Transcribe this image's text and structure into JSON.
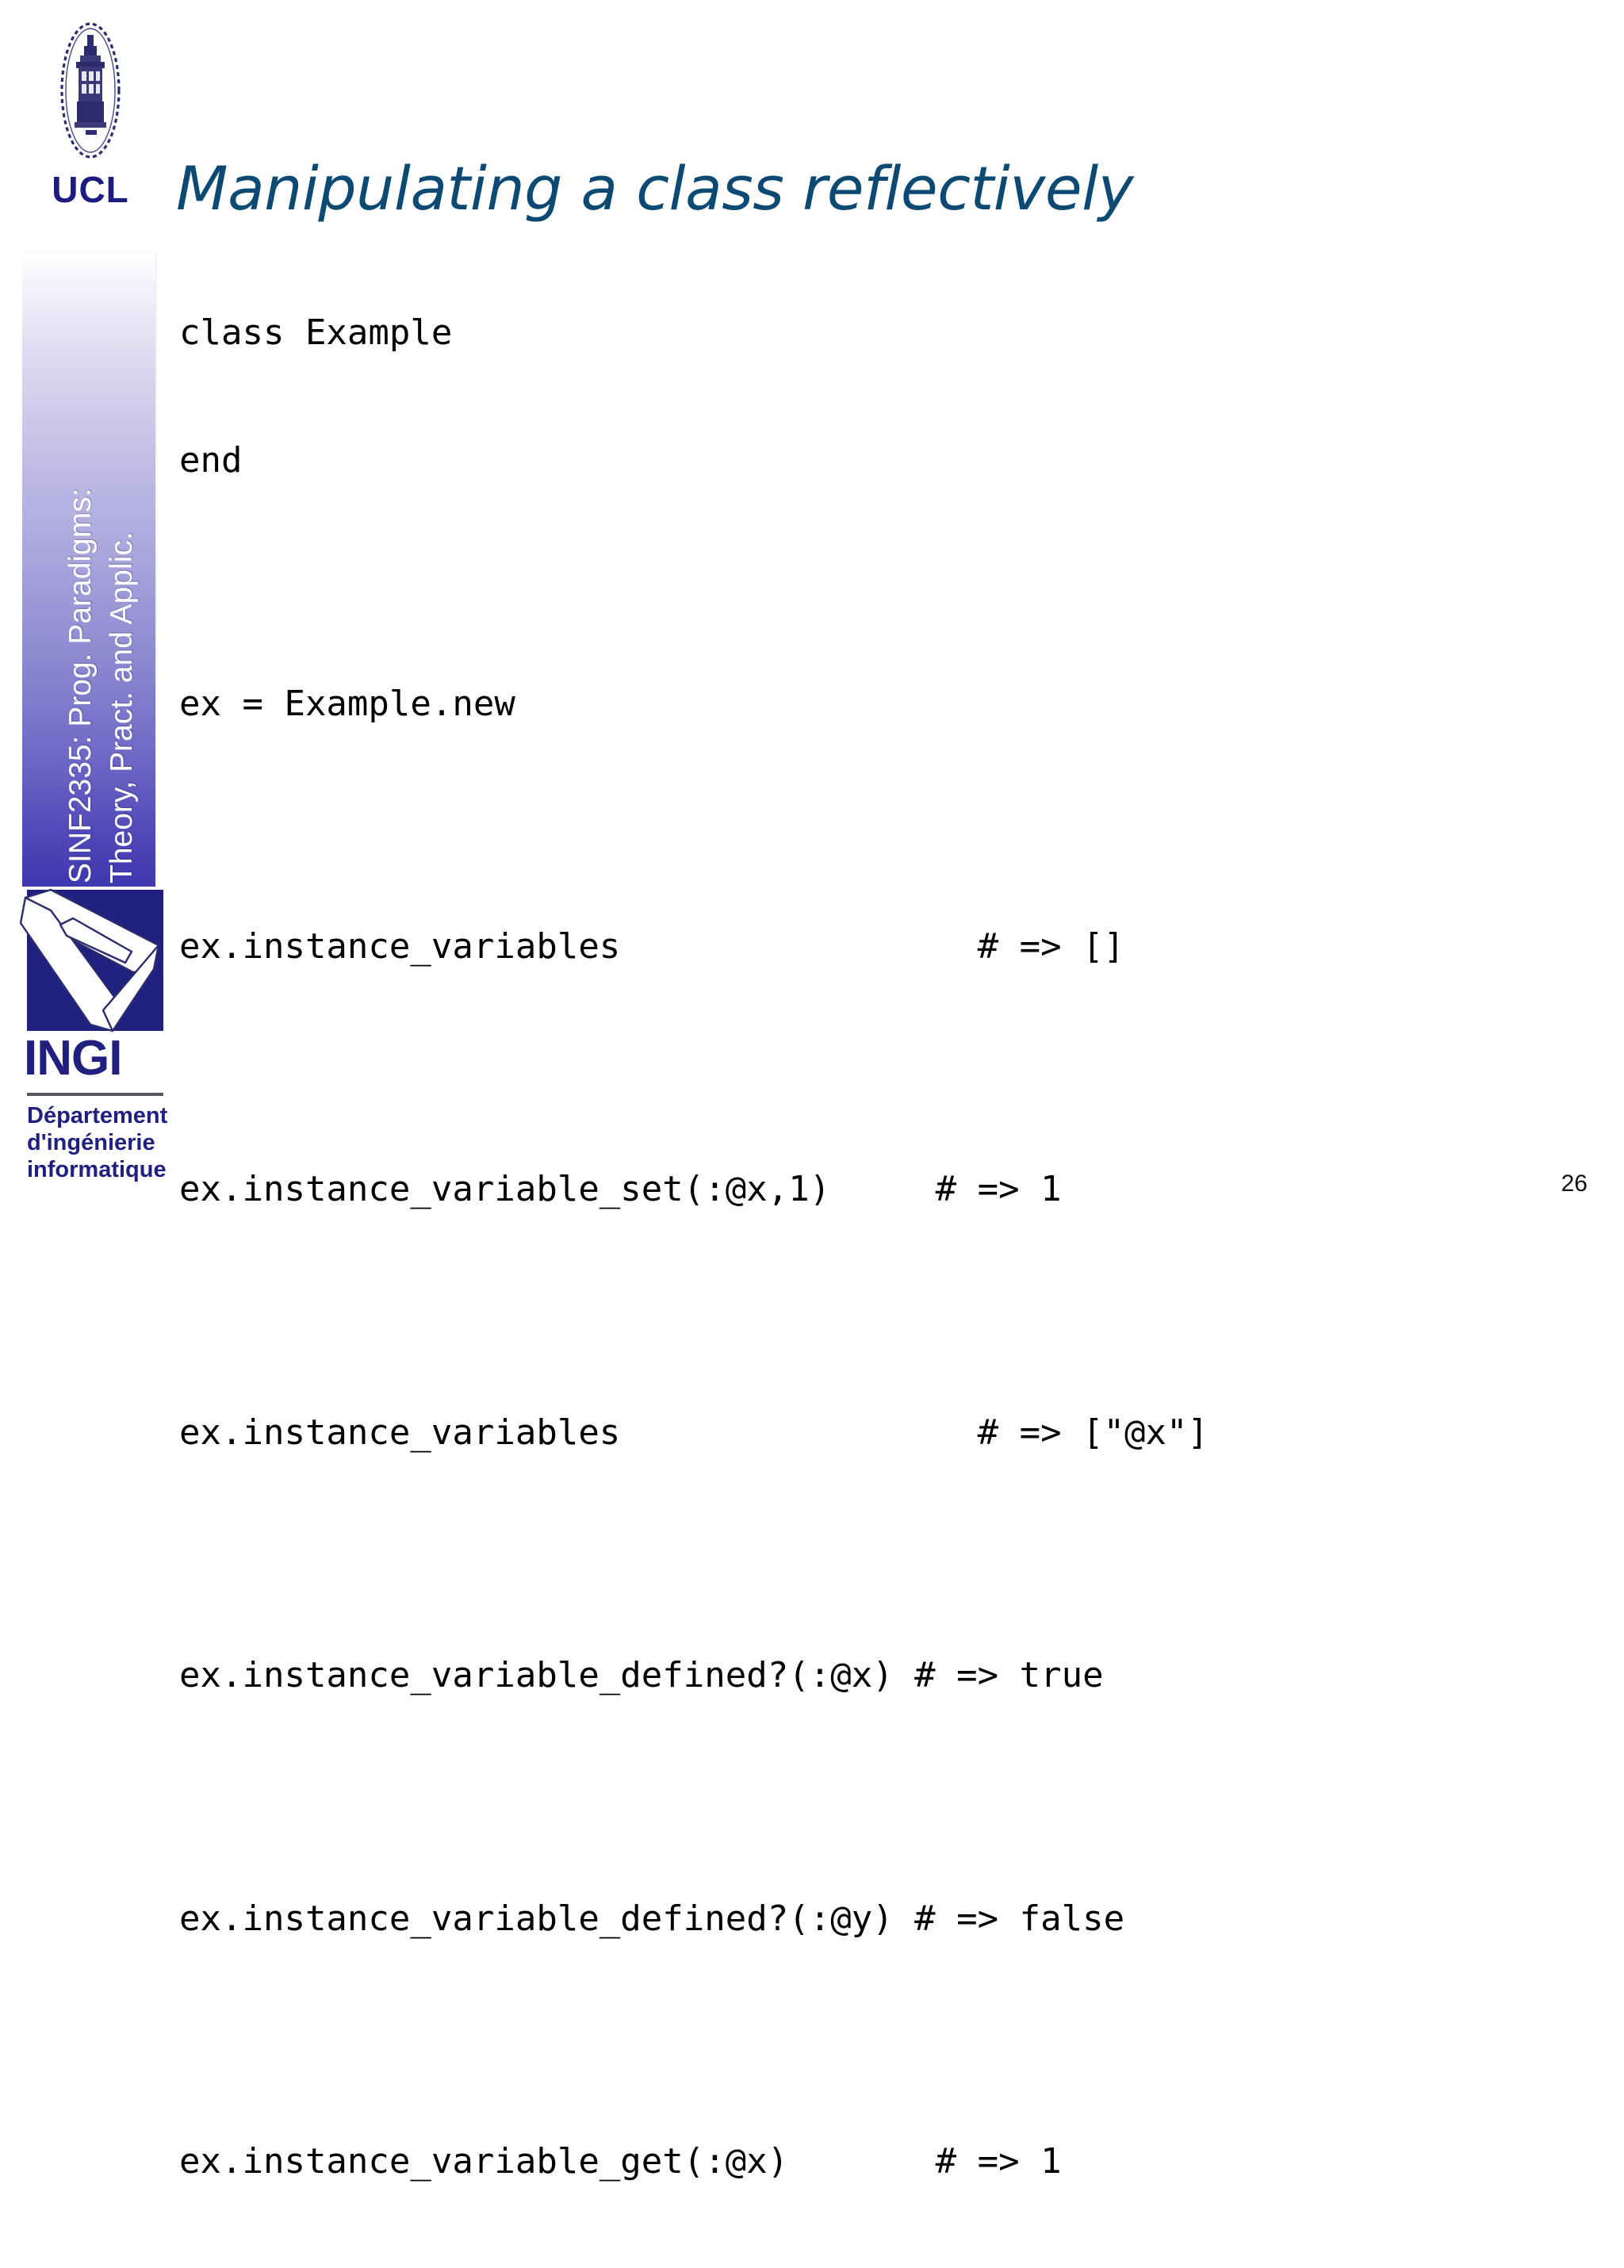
{
  "slide": {
    "title": "Manipulating a class reflectively",
    "page_number": "26",
    "title_color": "#0c4a74",
    "code_color": "#000000",
    "brand_blue": "#1f2080"
  },
  "sidebar": {
    "course_line1": "SINF2335: Prog. Paradigms:",
    "course_line2": "Theory, Pract. and Applic.",
    "ucl": {
      "wordmark": "UCL",
      "seal_icon": "ucl-seal-icon"
    },
    "ingi": {
      "wordmark": "INGI",
      "penrose_icon": "penrose-triangle-icon",
      "sub_line1": "Département",
      "sub_line2": "d'ingénierie",
      "sub_line3": "informatique"
    }
  },
  "code": {
    "language": "ruby",
    "lines": [
      "class Example",
      "end",
      "",
      "ex = Example.new",
      "",
      "ex.instance_variables                 # => []",
      "",
      "ex.instance_variable_set(:@x,1)     # => 1",
      "",
      "ex.instance_variables                 # => [\"@x\"]",
      "",
      "ex.instance_variable_defined?(:@x) # => true",
      "",
      "ex.instance_variable_defined?(:@y) # => false",
      "",
      "ex.instance_variable_get(:@x)       # => 1"
    ]
  }
}
